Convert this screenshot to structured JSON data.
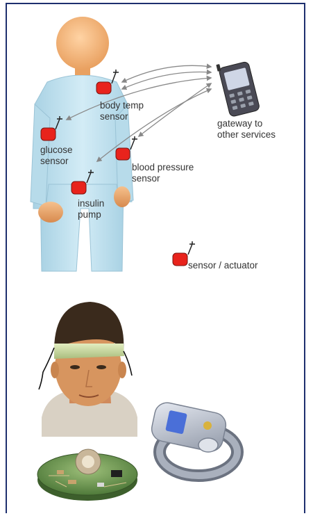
{
  "labels": {
    "body_temp": "body temp\nsensor",
    "gateway": "gateway to\nother services",
    "glucose": "glucose\nsensor",
    "blood_pressure": "blood pressure\nsensor",
    "insulin": "insulin\npump",
    "legend": "sensor / actuator"
  },
  "colors": {
    "sensor_red": "#e8231c",
    "body_blue": "#bfe0ee",
    "skin": "#f2b27a",
    "frame": "#1d2f6e"
  },
  "icons": [
    "phone-icon",
    "antenna-icon",
    "headband-photo",
    "wrist-monitor-photo",
    "circuit-board-photo"
  ]
}
